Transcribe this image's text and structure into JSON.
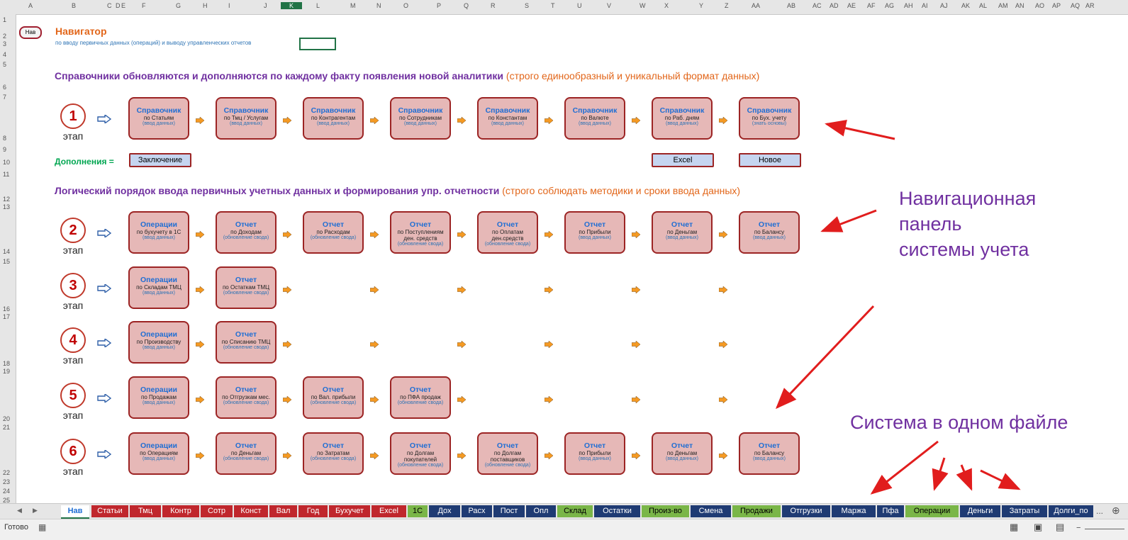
{
  "columns": [
    "A",
    "B",
    "C",
    "D",
    "E",
    "F",
    "G",
    "H",
    "I",
    "J",
    "K",
    "L",
    "M",
    "N",
    "O",
    "P",
    "Q",
    "R",
    "S",
    "T",
    "U",
    "V",
    "W",
    "X",
    "Y",
    "Z",
    "AA",
    "AB",
    "AC",
    "AD",
    "AE",
    "AF",
    "AG",
    "AH",
    "AI",
    "AJ",
    "AK",
    "AL",
    "AM",
    "AN",
    "AO",
    "AP",
    "AQ",
    "AR"
  ],
  "rows": [
    "1",
    "2",
    "3",
    "4",
    "5",
    "6",
    "7",
    "8",
    "9",
    "10",
    "11",
    "12",
    "13",
    "14",
    "15",
    "16",
    "17",
    "18",
    "19",
    "20",
    "21",
    "22",
    "23",
    "24",
    "25"
  ],
  "nav_button": "Нав",
  "title": "Навигатор",
  "subtitle": "по вводу первичных данных (операций) и выводу управленческих отчетов",
  "section1": {
    "main": "Справочники обновляются и дополняются по каждому факту появления новой аналитики ",
    "note": "(строго единообразный и уникальный формат данных)"
  },
  "section2": {
    "main": "Логический порядок ввода первичных учетных данных и формирования упр. отчетности ",
    "note": "(строго соблюдать методики и сроки ввода данных)"
  },
  "stage_word": "этап",
  "stages": [
    {
      "num": "1",
      "cards": [
        {
          "h": "Справочник",
          "s": "по Статьям",
          "d": "(ввод данных)"
        },
        {
          "h": "Справочник",
          "s": "по Тмц / Услугам",
          "d": "(ввод данных)"
        },
        {
          "h": "Справочник",
          "s": "по Контрагентам",
          "d": "(ввод данных)"
        },
        {
          "h": "Справочник",
          "s": "по Сотрудникам",
          "d": "(ввод данных)"
        },
        {
          "h": "Справочник",
          "s": "по Константам",
          "d": "(ввод данных)"
        },
        {
          "h": "Справочник",
          "s": "по Валюте",
          "d": "(ввод данных)"
        },
        {
          "h": "Справочник",
          "s": "по Раб. дням",
          "d": "(ввод данных)"
        },
        {
          "h": "Справочник",
          "s": "по Бух. учету",
          "d": "(знать основы)"
        }
      ]
    },
    {
      "num": "2",
      "cards": [
        {
          "h": "Операции",
          "s": "по бухучету в 1С",
          "d": "(ввод данных)"
        },
        {
          "h": "Отчет",
          "s": "по Доходам",
          "d": "(обновление свода)"
        },
        {
          "h": "Отчет",
          "s": "по Расходам",
          "d": "(обновление свода)"
        },
        {
          "h": "Отчет",
          "s": "по Поступлениям ден. средств",
          "d": "(обновление свода)"
        },
        {
          "h": "Отчет",
          "s": "по Оплатам ден.средств",
          "d": "(обновление свода)"
        },
        {
          "h": "Отчет",
          "s": "по Прибыли",
          "d": "(ввод данных)"
        },
        {
          "h": "Отчет",
          "s": "по Деньгам",
          "d": "(ввод данных)"
        },
        {
          "h": "Отчет",
          "s": "по Балансу",
          "d": "(ввод данных)"
        }
      ]
    },
    {
      "num": "3",
      "cards": [
        {
          "h": "Операции",
          "s": "по Складам ТМЦ",
          "d": "(ввод данных)"
        },
        {
          "h": "Отчет",
          "s": "по Остаткам ТМЦ",
          "d": "(обновление свода)"
        }
      ]
    },
    {
      "num": "4",
      "cards": [
        {
          "h": "Операции",
          "s": "по Производству",
          "d": "(ввод данных)"
        },
        {
          "h": "Отчет",
          "s": "по Списанию ТМЦ",
          "d": "(обновление свода)"
        }
      ]
    },
    {
      "num": "5",
      "cards": [
        {
          "h": "Операции",
          "s": "по Продажам",
          "d": "(ввод данных)"
        },
        {
          "h": "Отчет",
          "s": "по Отгрузкам мес.",
          "d": "(обновление свода)"
        },
        {
          "h": "Отчет",
          "s": "по Вал. прибыли",
          "d": "(обновление свода)"
        },
        {
          "h": "Отчет",
          "s": "по ПФА продаж",
          "d": "(обновление свода)"
        }
      ]
    },
    {
      "num": "6",
      "cards": [
        {
          "h": "Операции",
          "s": "по Операциям",
          "d": "(ввод данных)"
        },
        {
          "h": "Отчет",
          "s": "по Деньгам",
          "d": "(обновление свода)"
        },
        {
          "h": "Отчет",
          "s": "по Затратам",
          "d": "(обновление свода)"
        },
        {
          "h": "Отчет",
          "s": "по Долгам покупателей",
          "d": "(обновление свода)"
        },
        {
          "h": "Отчет",
          "s": "по Долгам поставщиков",
          "d": "(обновление свода)"
        },
        {
          "h": "Отчет",
          "s": "по Прибыли",
          "d": "(ввод данных)"
        },
        {
          "h": "Отчет",
          "s": "по Деньгам",
          "d": "(ввод данных)"
        },
        {
          "h": "Отчет",
          "s": "по Балансу",
          "d": "(ввод данных)"
        }
      ]
    }
  ],
  "additions_label": "Дополнения  =",
  "additions": {
    "conclusion": "Заключение",
    "excel": "Excel",
    "new": "Новое"
  },
  "annotation_nav": [
    "Навигационная",
    "панель",
    "системы учета"
  ],
  "annotation_file": "Система в одном файле",
  "sheet_tabs": [
    {
      "label": "Нав",
      "color": "#ffffff",
      "text": "#1f6ed4",
      "active": true
    },
    {
      "label": "Статьи",
      "color": "#c0272d",
      "text": "#ffffff"
    },
    {
      "label": "Тмц",
      "color": "#c0272d",
      "text": "#ffffff"
    },
    {
      "label": "Контр",
      "color": "#c0272d",
      "text": "#ffffff"
    },
    {
      "label": "Сотр",
      "color": "#c0272d",
      "text": "#ffffff"
    },
    {
      "label": "Конст",
      "color": "#c0272d",
      "text": "#ffffff"
    },
    {
      "label": "Вал",
      "color": "#c0272d",
      "text": "#ffffff"
    },
    {
      "label": "Год",
      "color": "#c0272d",
      "text": "#ffffff"
    },
    {
      "label": "Бухучет",
      "color": "#c0272d",
      "text": "#ffffff"
    },
    {
      "label": "Excel",
      "color": "#c0272d",
      "text": "#ffffff"
    },
    {
      "label": "1С",
      "color": "#7ab648",
      "text": "#000000"
    },
    {
      "label": "Дох",
      "color": "#1f3b73",
      "text": "#ffffff"
    },
    {
      "label": "Расх",
      "color": "#1f3b73",
      "text": "#ffffff"
    },
    {
      "label": "Пост",
      "color": "#1f3b73",
      "text": "#ffffff"
    },
    {
      "label": "Опл",
      "color": "#1f3b73",
      "text": "#ffffff"
    },
    {
      "label": "Склад",
      "color": "#7ab648",
      "text": "#000000"
    },
    {
      "label": "Остатки",
      "color": "#1f3b73",
      "text": "#ffffff"
    },
    {
      "label": "Произ-во",
      "color": "#7ab648",
      "text": "#000000"
    },
    {
      "label": "Смена",
      "color": "#1f3b73",
      "text": "#ffffff"
    },
    {
      "label": "Продажи",
      "color": "#7ab648",
      "text": "#000000"
    },
    {
      "label": "Отгрузки",
      "color": "#1f3b73",
      "text": "#ffffff"
    },
    {
      "label": "Маржа",
      "color": "#1f3b73",
      "text": "#ffffff"
    },
    {
      "label": "Пфа",
      "color": "#1f3b73",
      "text": "#ffffff"
    },
    {
      "label": "Операции",
      "color": "#7ab648",
      "text": "#000000"
    },
    {
      "label": "Деньги",
      "color": "#1f3b73",
      "text": "#ffffff"
    },
    {
      "label": "Затраты",
      "color": "#1f3b73",
      "text": "#ffffff"
    },
    {
      "label": "Долги_по",
      "color": "#1f3b73",
      "text": "#ffffff"
    }
  ],
  "more_tabs": "...",
  "status": "Готово"
}
